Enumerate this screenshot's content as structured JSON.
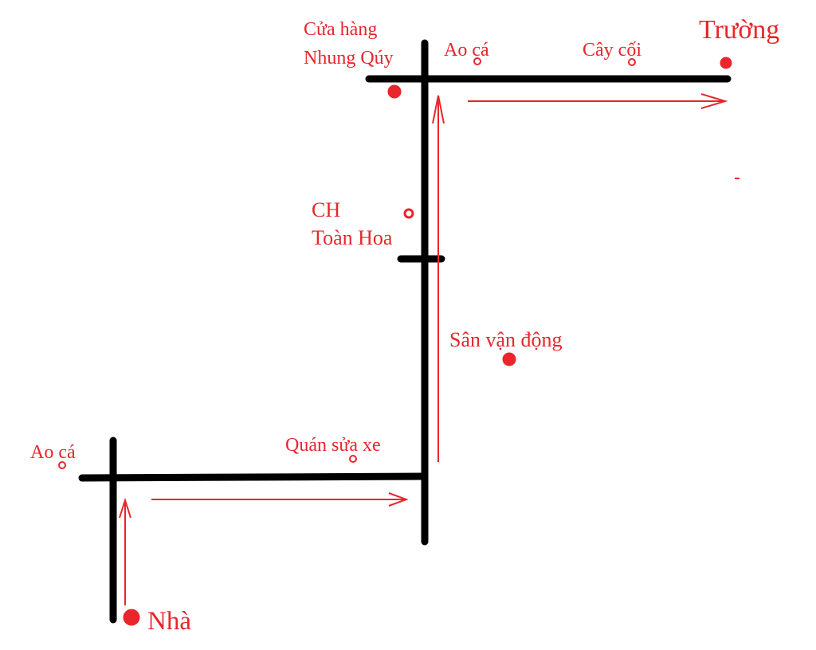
{
  "colors": {
    "road": "#000000",
    "marker": "#e8262b",
    "route": "#e8262b",
    "text": "#e8262b"
  },
  "labels": {
    "home": "Nhà",
    "school": "Trường",
    "pond_left": "Ao cá",
    "repair_shop": "Quán sửa xe",
    "stadium": "Sân vận động",
    "shop_toan_hoa_line1": "CH",
    "shop_toan_hoa_line2": "Toàn Hoa",
    "shop_nhung_quy_line1": "Cửa hàng",
    "shop_nhung_quy_line2": "Nhung Qúy",
    "pond_top": "Ao cá",
    "trees": "Cây cối"
  }
}
